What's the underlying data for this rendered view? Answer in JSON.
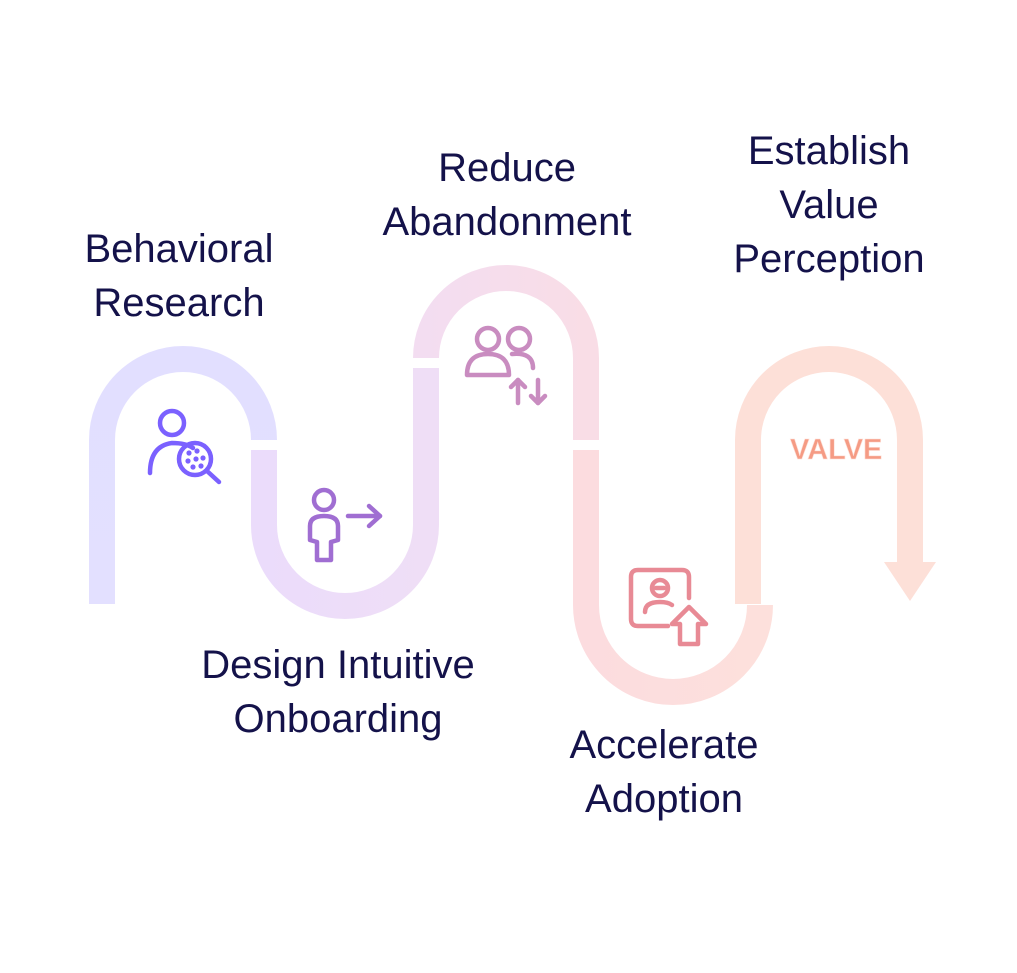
{
  "steps": [
    {
      "label": [
        "Behavioral",
        "Research"
      ],
      "icon": "person-search-icon",
      "color": "#7b61ff",
      "track_color": "#e3e0ff"
    },
    {
      "label": [
        "Design Intuitive",
        "Onboarding"
      ],
      "icon": "person-arrow-right-icon",
      "color": "#a06ed2",
      "track_color": "#ecdcf8"
    },
    {
      "label": [
        "Reduce",
        "Abandonment"
      ],
      "icon": "users-swap-icon",
      "color": "#c98cc0",
      "track_color": "#f6ddef"
    },
    {
      "label": [
        "Accelerate",
        "Adoption"
      ],
      "icon": "profile-upload-icon",
      "color": "#e88a95",
      "track_color": "#fde0e0"
    },
    {
      "label": [
        "Establish",
        "Value",
        "Perception"
      ],
      "icon": "value-logo-icon",
      "logo_text": "VALVE",
      "color": "#f59b84",
      "track_color": "#fde0d8"
    }
  ]
}
